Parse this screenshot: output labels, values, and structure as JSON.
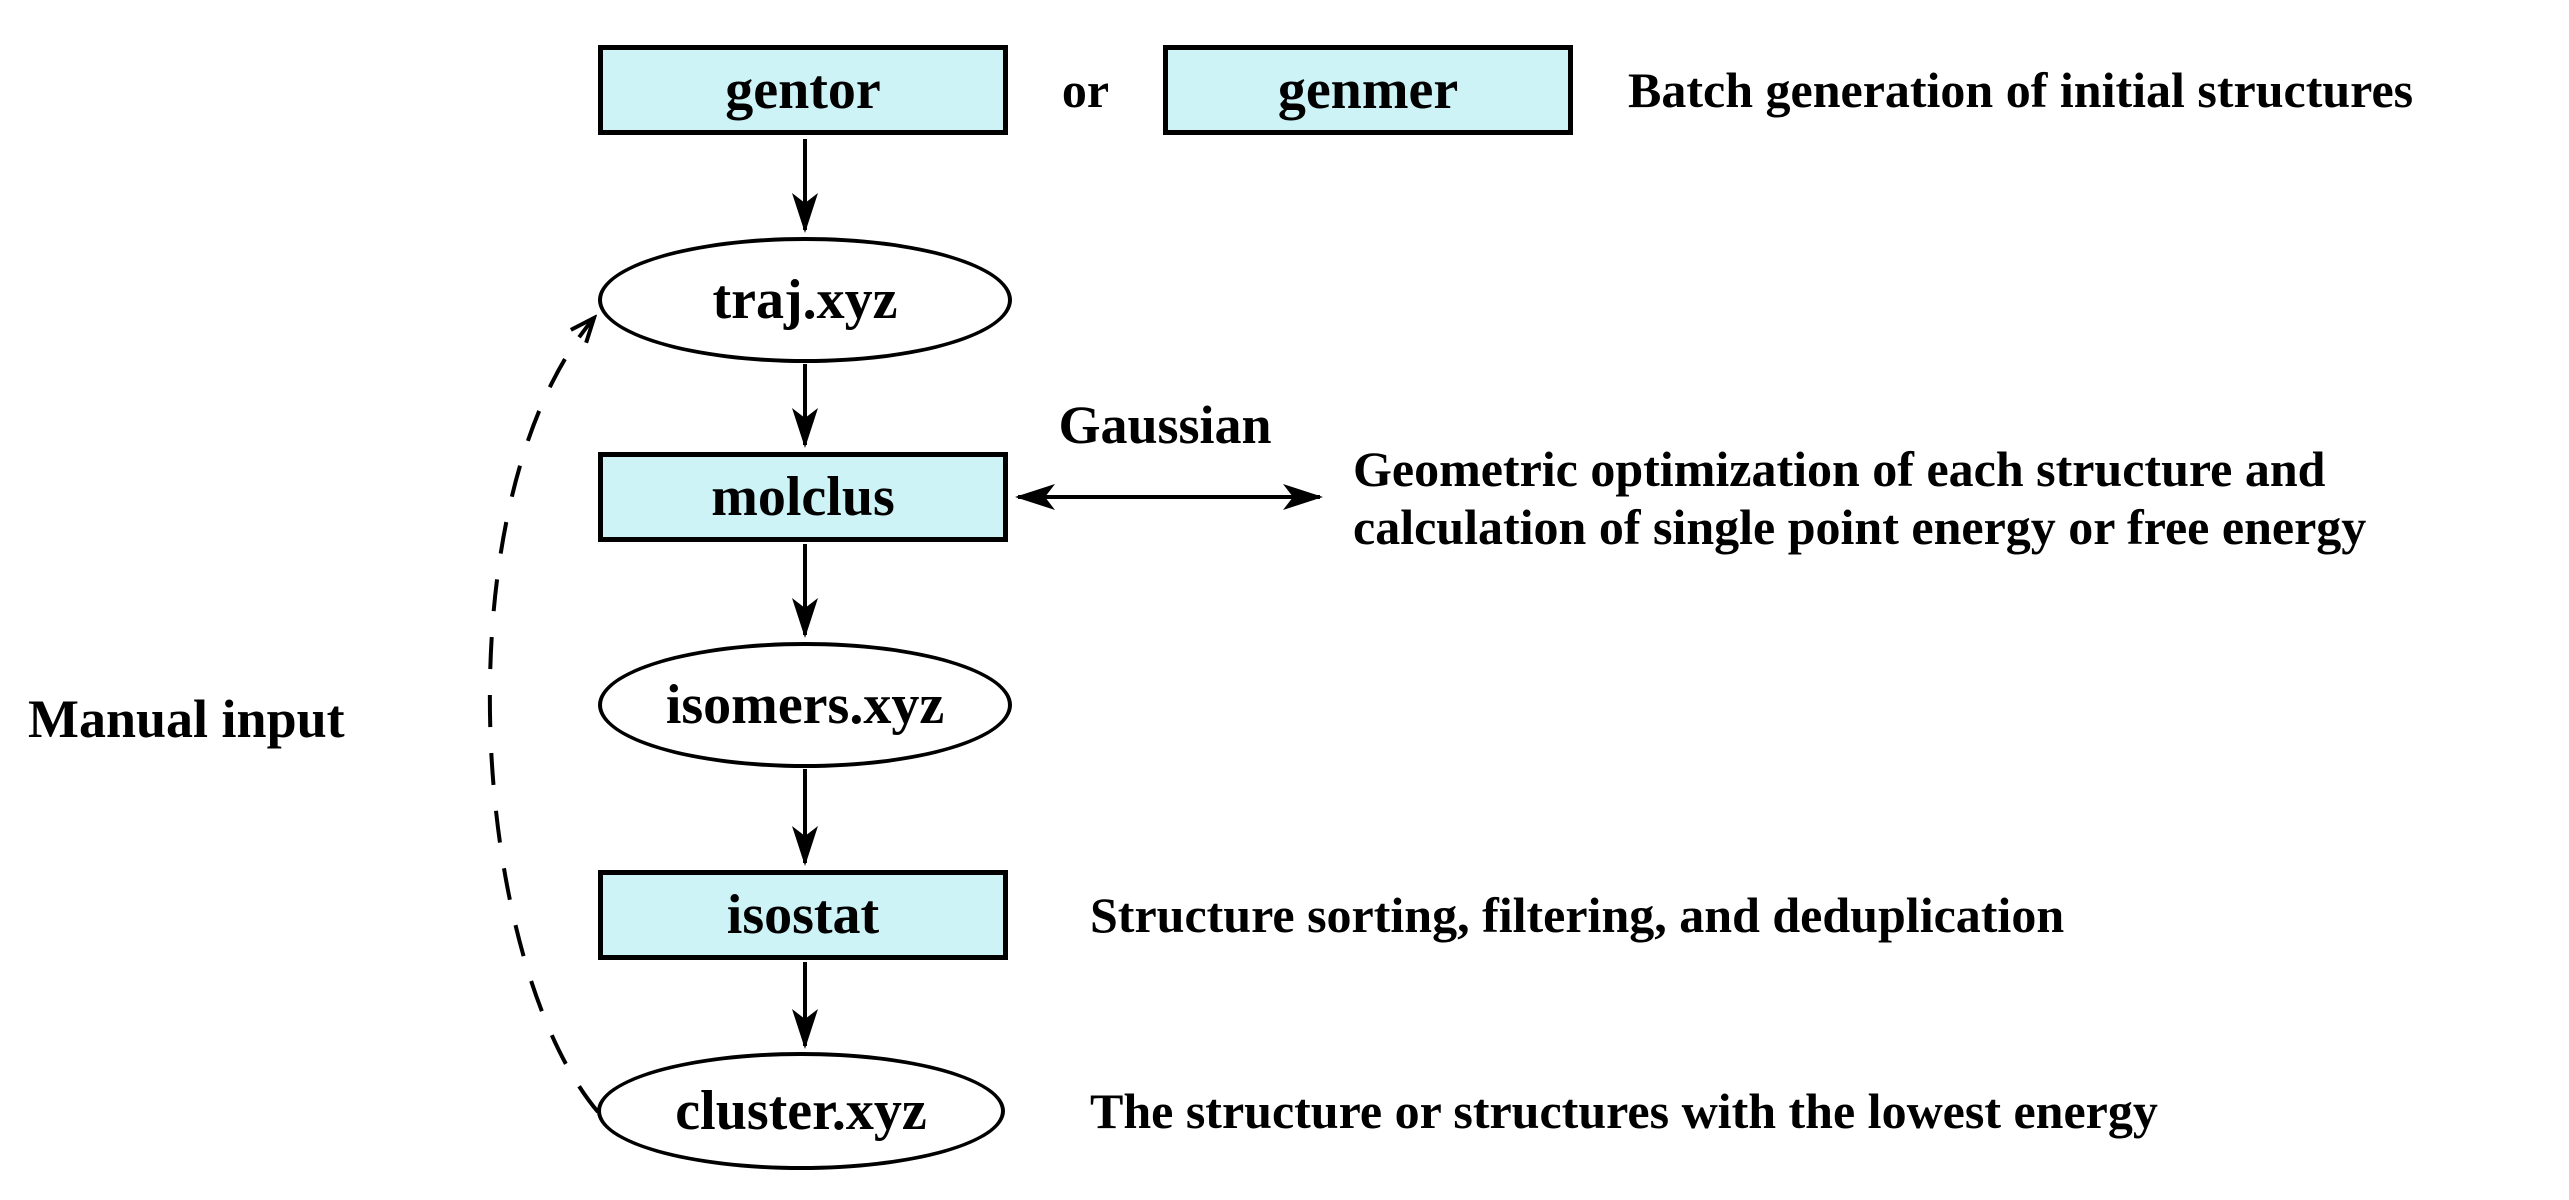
{
  "diagram": {
    "title_context": "molclus workflow flowchart",
    "colors": {
      "background": "#ffffff",
      "process_fill": "#CDF3F7",
      "stroke": "#000000"
    },
    "nodes": {
      "gentor": {
        "label": "gentor",
        "type": "process"
      },
      "genmer": {
        "label": "genmer",
        "type": "process"
      },
      "traj": {
        "label": "traj.xyz",
        "type": "file"
      },
      "molclus": {
        "label": "molclus",
        "type": "process"
      },
      "isomers": {
        "label": "isomers.xyz",
        "type": "file"
      },
      "isostat": {
        "label": "isostat",
        "type": "process"
      },
      "cluster": {
        "label": "cluster.xyz",
        "type": "file"
      }
    },
    "labels": {
      "or": "or",
      "gaussian": "Gaussian",
      "manual_input": "Manual input"
    },
    "annotations": {
      "batch": "Batch generation of initial structures",
      "molclus_desc": "Geometric optimization of each structure and\ncalculation of single point energy or free energy",
      "isostat_desc": "Structure sorting, filtering, and deduplication",
      "cluster_desc": "The structure or structures with the lowest energy"
    }
  }
}
